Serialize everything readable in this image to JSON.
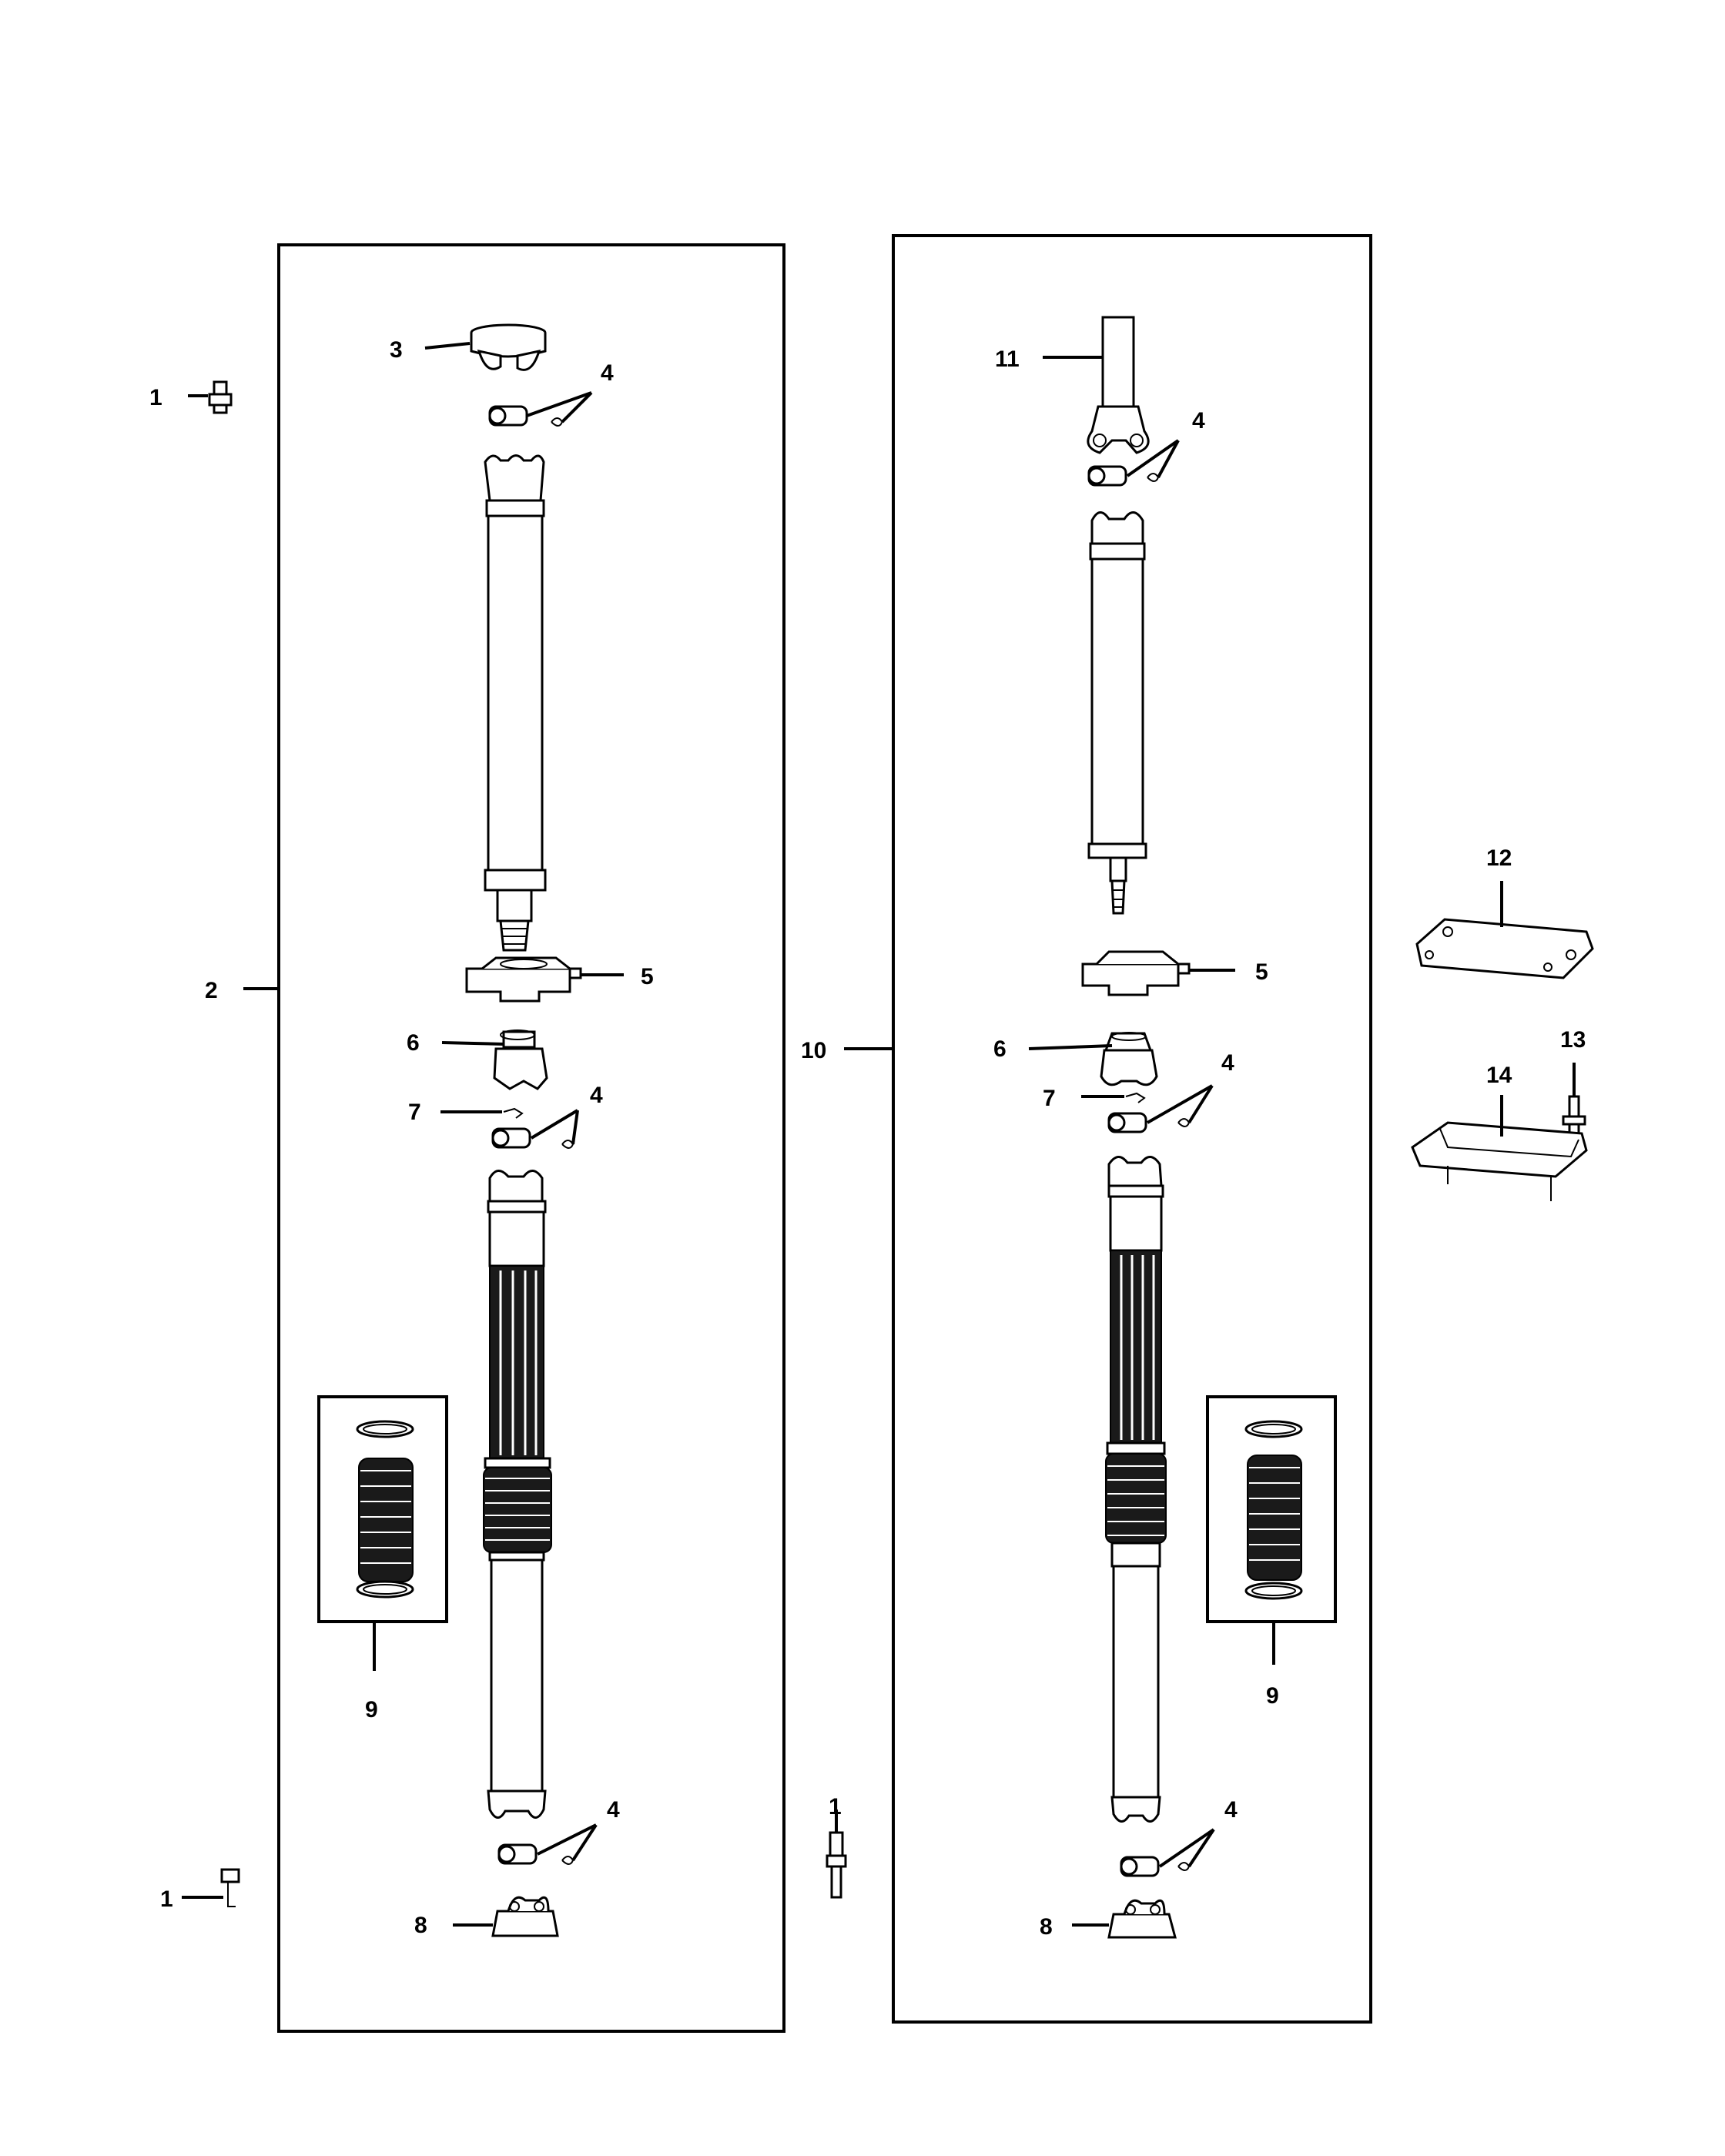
{
  "callouts": {
    "c1a": "1",
    "c1b": "1",
    "c1c": "1",
    "c2": "2",
    "c3": "3",
    "c4a": "4",
    "c4b": "4",
    "c4c": "4",
    "c4d": "4",
    "c4e": "4",
    "c4f": "4",
    "c5a": "5",
    "c5b": "5",
    "c6a": "6",
    "c6b": "6",
    "c7a": "7",
    "c7b": "7",
    "c8a": "8",
    "c8b": "8",
    "c9a": "9",
    "c9b": "9",
    "c10": "10",
    "c11": "11",
    "c12": "12",
    "c13": "13",
    "c14": "14"
  },
  "icons": {
    "bolt": "bolt-icon",
    "u-joint": "universal-joint-icon",
    "snap-ring": "snap-ring-icon",
    "center-bearing": "center-bearing-icon",
    "boot-kit": "boot-kit-icon",
    "skid-plate": "skid-plate-icon",
    "bracket": "bracket-icon"
  }
}
